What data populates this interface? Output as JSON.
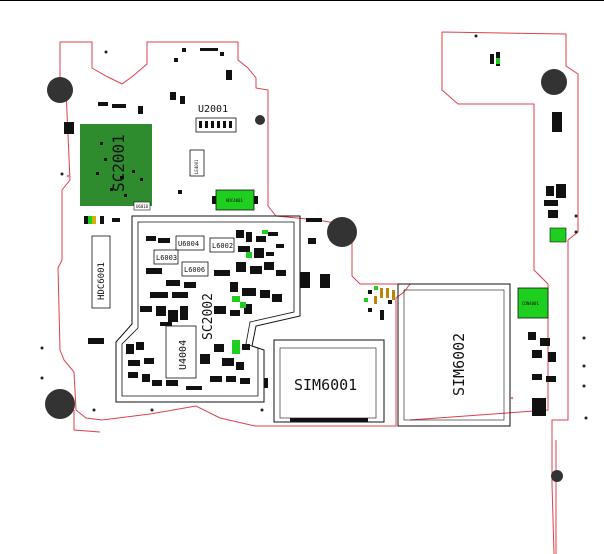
{
  "colors": {
    "outline": "#e0404a",
    "ink": "#111111",
    "pad_fill": "#111111",
    "hole": "#333333",
    "shield_green": "#2e8b2e",
    "part_green": "#1fcf1f",
    "dim_green": "#188018",
    "copper": "#b8860b"
  },
  "labels": {
    "u2001": "U2001",
    "sc2001": "SC2001",
    "hdc6001": "HDC6001",
    "hdc4001": "HDC4001",
    "u6004": "U6004",
    "l6002": "L6002",
    "l6003": "L6003",
    "l6006": "L6006",
    "u6010": "U6010",
    "sc2002": "SC2002",
    "u4004": "U4004",
    "sim6001": "SIM6001",
    "sim6002": "SIM6002",
    "con4001": "CON4001",
    "le4001": "LE4001"
  }
}
